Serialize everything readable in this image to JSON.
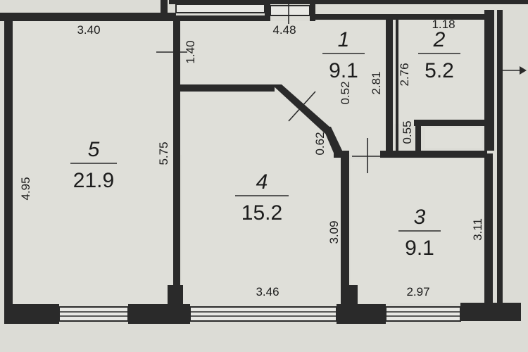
{
  "rooms": [
    {
      "number": "1",
      "area": "9.1"
    },
    {
      "number": "2",
      "area": "5.2"
    },
    {
      "number": "3",
      "area": "9.1"
    },
    {
      "number": "4",
      "area": "15.2"
    },
    {
      "number": "5",
      "area": "21.9"
    }
  ],
  "dimensions": {
    "room5_width": "3.40",
    "room5_left_height": "4.95",
    "room5_right_height": "5.75",
    "corridor_width": "4.48",
    "corridor_gap": "1.40",
    "bath_width": "1.18",
    "room1_side_a": "0.52",
    "room1_side_b": "2.81",
    "bath_height": "2.76",
    "bath_small": "0.55",
    "room4_diag": "0.62",
    "room4_right_height": "3.09",
    "room4_bottom_width": "3.46",
    "room3_bottom_width": "2.97",
    "room3_right_height": "3.11"
  }
}
